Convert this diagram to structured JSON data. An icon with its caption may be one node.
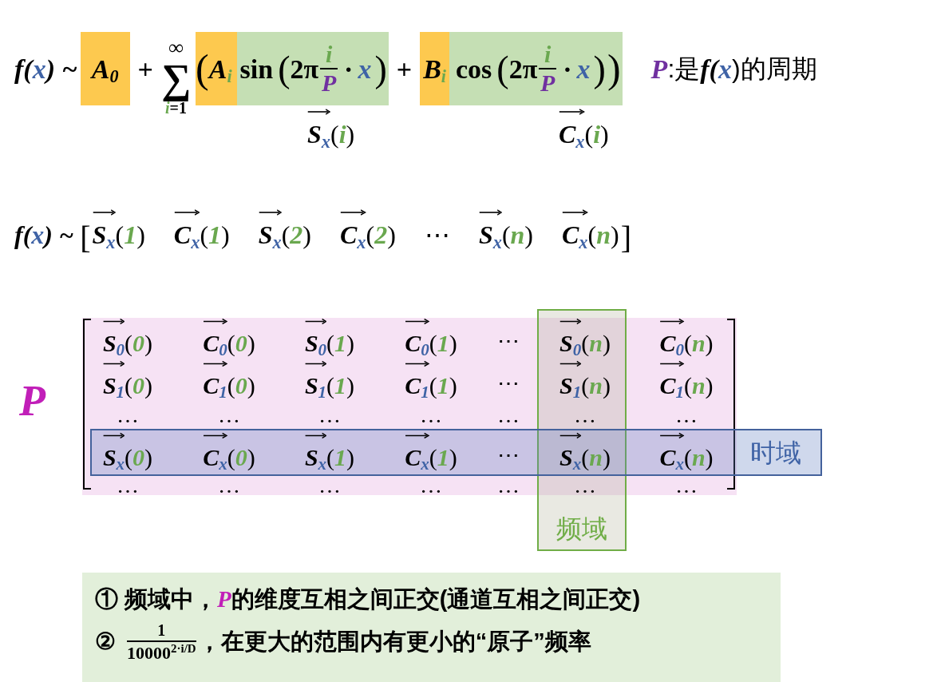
{
  "diagram": {
    "nodes": [
      {
        "text": [
          "时域"
        ]
      },
      {
        "text": [
          "频域"
        ]
      },
      {
        "text": [
          "① 频域中，**P**的维度互相之间正交(通道互相之间正交)",
          "②",
          "1",
          "10000$^{2·i/D}$",
          "，在更大的范围内有更小的“原子”频率"
        ]
      }
    ],
    "labels": [
      "f(",
      "x",
      ") ~",
      "A$_{0}$",
      "+",
      "∞",
      "∑",
      "i",
      "=1",
      "(",
      "A$_{i}$",
      "sin",
      "(",
      "2π",
      "i",
      "P",
      "·",
      "x",
      ")",
      "+",
      "B$_{i}$",
      "cos",
      "(",
      "2π",
      "i",
      "P",
      "·",
      "x",
      ")",
      ")",
      "P",
      ":是",
      "f(",
      "x",
      ")的周期",
      "S$_{x}$(i)",
      "C$_{x}$(i)",
      "f(",
      "x",
      ") ~",
      "[",
      "S$_{x}$(1)",
      "C$_{x}$(1)",
      "S$_{x}$(2)",
      "C$_{x}$(2)",
      "⋯",
      "S$_{x}$(n)",
      "C$_{x}$(n)",
      "]",
      "P",
      "S$_{0}$(0)",
      "C$_{0}$(0)",
      "S$_{0}$(1)",
      "C$_{0}$(1)",
      "⋯",
      "S$_{0}$(n)",
      "C$_{0}$(n)",
      "S$_{1}$(0)",
      "C$_{1}$(0)",
      "S$_{1}$(1)",
      "C$_{1}$(1)",
      "⋯",
      "S$_{1}$(n)",
      "C$_{1}$(n)",
      "…",
      "…",
      "…",
      "…",
      "…",
      "…",
      "…",
      "S$_{x}$(0)",
      "C$_{x}$(0)",
      "S$_{x}$(1)",
      "C$_{x}$(1)",
      "⋯",
      "S$_{x}$(n)",
      "C$_{x}$(n)",
      "…",
      "…",
      "…",
      "…",
      "…",
      "…",
      "…"
    ]
  }
}
